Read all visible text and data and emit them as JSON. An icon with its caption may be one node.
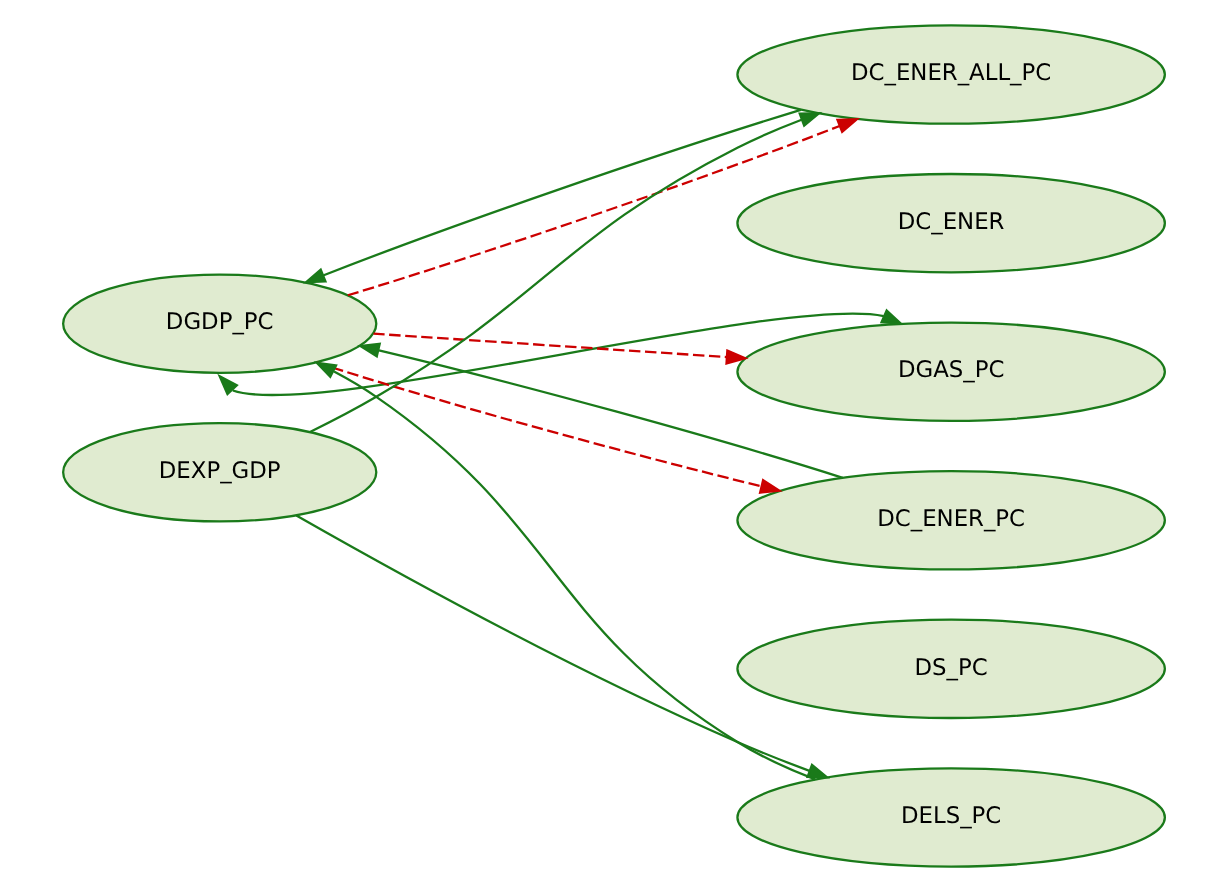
{
  "diagram": {
    "nodes": [
      {
        "text": [
          "DGDP_PC"
        ]
      },
      {
        "text": [
          "DEXP_GDP"
        ]
      },
      {
        "text": [
          "DC_ENER_ALL_PC"
        ]
      },
      {
        "text": [
          "DC_ENER"
        ]
      },
      {
        "text": [
          "DGAS_PC"
        ]
      },
      {
        "text": [
          "DC_ENER_PC"
        ]
      },
      {
        "text": [
          "DS_PC"
        ]
      },
      {
        "text": [
          "DELS_PC"
        ]
      }
    ],
    "edges": [
      {
        "from": 0,
        "to": 2,
        "arrow": "to",
        "style": "dashed",
        "color": "#cc0000"
      },
      {
        "from": 2,
        "to": 0,
        "arrow": "to"
      },
      {
        "from": 1,
        "to": 2,
        "arrow": "to"
      },
      {
        "from": 0,
        "to": 4,
        "arrow": "both"
      },
      {
        "from": 0,
        "to": 4,
        "arrow": "to",
        "style": "dashed",
        "color": "#cc0000"
      },
      {
        "from": 0,
        "to": 5,
        "arrow": "to",
        "style": "dashed",
        "color": "#cc0000"
      },
      {
        "from": 5,
        "to": 0,
        "arrow": "to"
      },
      {
        "from": 1,
        "to": 7,
        "arrow": "to"
      },
      {
        "from": 7,
        "to": 0,
        "arrow": "to"
      }
    ]
  }
}
